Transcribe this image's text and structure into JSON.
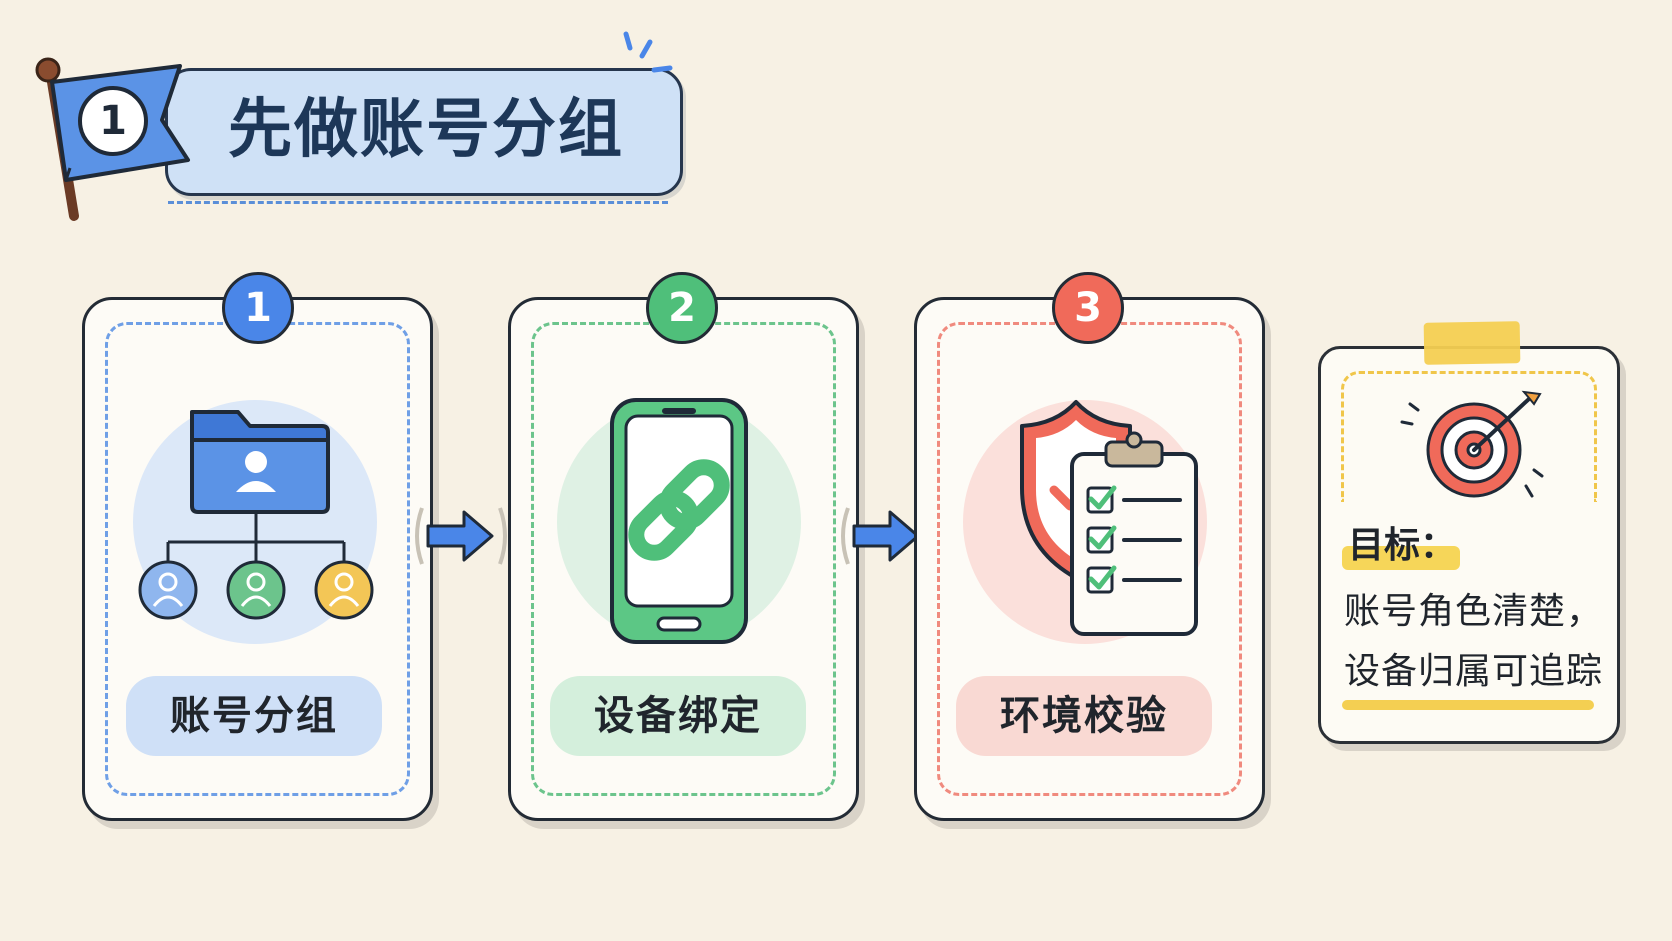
{
  "header": {
    "badge_number": "1",
    "title": "先做账号分组"
  },
  "steps": [
    {
      "number": "1",
      "label": "账号分组",
      "color": "#4a86e8",
      "icon": "folder-hierarchy-icon"
    },
    {
      "number": "2",
      "label": "设备绑定",
      "color": "#4fbf7a",
      "icon": "phone-link-icon"
    },
    {
      "number": "3",
      "label": "环境校验",
      "color": "#f06a5a",
      "icon": "shield-checklist-icon"
    }
  ],
  "goal": {
    "icon": "target-icon",
    "label": "目标：",
    "lines": [
      "账号角色清楚，",
      "设备归属可追踪"
    ]
  },
  "colors": {
    "accent_blue": "#4a86e8",
    "accent_green": "#4fbf7a",
    "accent_red": "#f06a5a",
    "accent_yellow": "#f4cf52",
    "background": "#f7f1e4"
  }
}
